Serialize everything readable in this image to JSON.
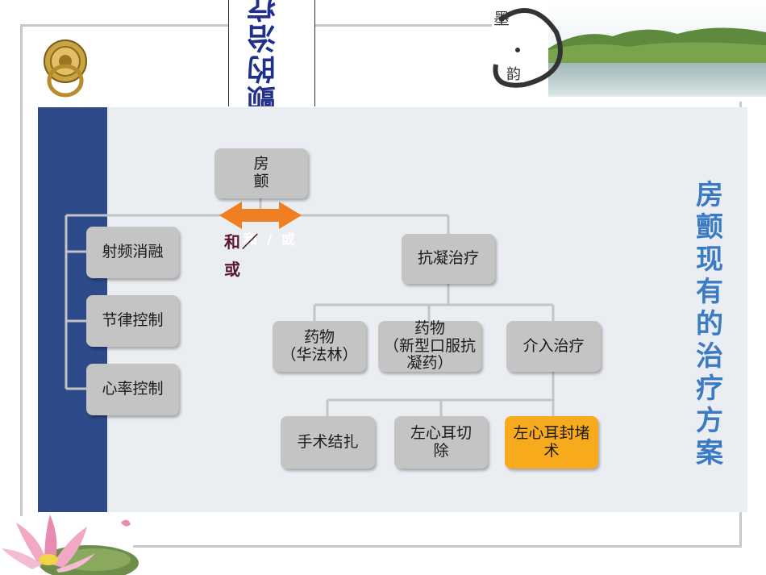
{
  "header": {
    "top_title": "颤的治疗",
    "logo_chars": [
      "墨",
      "韵"
    ]
  },
  "side_title": "房颤现有的治疗方案",
  "annotation": {
    "main_line1": "和／",
    "main_line2": "或",
    "ghost": "和 / 或"
  },
  "nodes": {
    "root": "房\n颤",
    "ablation": "射频消融",
    "rhythm": "节律控制",
    "rate": "心率控制",
    "anticoag": "抗凝治疗",
    "warfarin": "药物\n（华法林）",
    "noac": "药物\n（新型口服抗\n凝药）",
    "intervention": "介入治疗",
    "ligation": "手术结扎",
    "resection": "左心耳切\n除",
    "occlusion": "左心耳封堵\n术"
  },
  "colors": {
    "blue_bar": "#2d4a8a",
    "panel": "#eaedf1",
    "node": "#c4c4c4",
    "highlight": "#f7aa1c",
    "arrow": "#ef7f22",
    "side_title": "#3b7bc4",
    "annotation": "#5a1a2e"
  }
}
